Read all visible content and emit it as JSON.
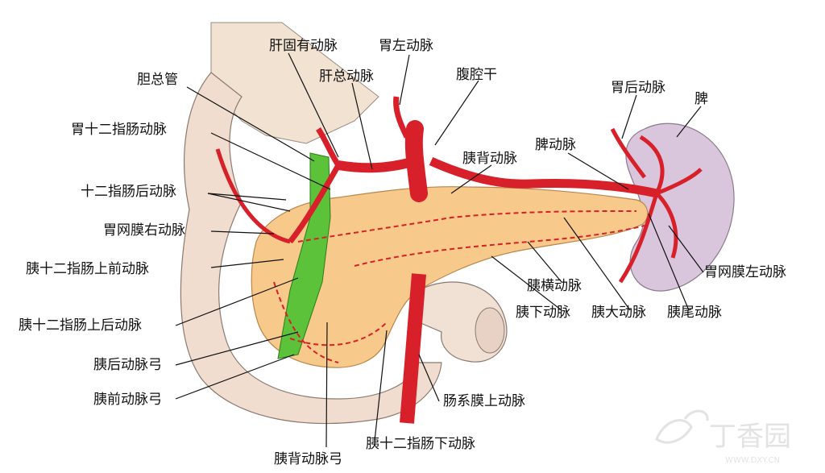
{
  "labels": {
    "liver_proper_artery": "肝固有动脉",
    "left_gastric_artery": "胃左动脉",
    "common_bile_duct": "胆总管",
    "common_hepatic_artery": "肝总动脉",
    "celiac_trunk": "腹腔干",
    "posterior_gastric_artery": "胃后动脉",
    "spleen": "脾",
    "gastroduodenal_artery": "胃十二指肠动脉",
    "dorsal_pancreatic_artery": "胰背动脉",
    "splenic_artery": "脾动脉",
    "retroduodenal_arteries": "十二指肠后动脉",
    "right_gastroepiploic_artery": "胃网膜右动脉",
    "ant_sup_pancreaticoduodenal": "胰十二指肠上前动脉",
    "left_gastroepiploic_artery": "胃网膜左动脉",
    "transverse_pancreatic_artery": "胰横动脉",
    "post_sup_pancreaticoduodenal": "胰十二指肠上后动脉",
    "inferior_pancreatic_artery": "胰下动脉",
    "great_pancreatic_artery": "胰大动脉",
    "caudal_pancreatic_artery": "胰尾动脉",
    "posterior_pancreatic_arch": "胰后动脉弓",
    "anterior_pancreatic_arch": "胰前动脉弓",
    "superior_mesenteric_artery": "肠系膜上动脉",
    "dorsal_pancreatic_arch": "胰背动脉弓",
    "inf_pancreaticoduodenal": "胰十二指肠下动脉"
  },
  "watermark": {
    "logo_text": "丁香园",
    "url_text": "WWW.DXY.CN"
  },
  "colors": {
    "artery": "#d8202a",
    "pancreas": "#f7c98a",
    "duodenum": "#f0ddd0",
    "spleen": "#d9c6dc",
    "bile_duct": "#5cc23a",
    "stomach": "#f3e2d3"
  }
}
